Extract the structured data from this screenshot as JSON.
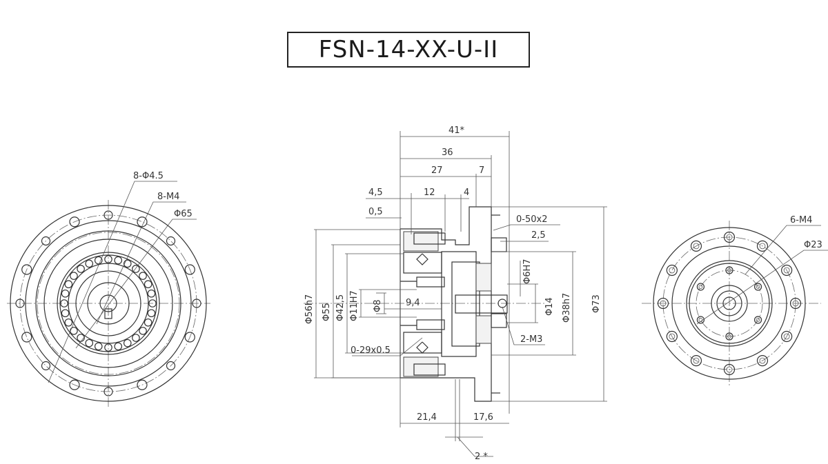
{
  "title": "FSN-14-XX-U-II",
  "labels": {
    "l_holes": "8-Φ4.5",
    "l_m4": "8-M4",
    "l_d65": "Φ65",
    "total": "41*",
    "d36": "36",
    "d27": "27",
    "d7": "7",
    "d45": "4,5",
    "d12": "12",
    "d4": "4",
    "d05": "0,5",
    "oring1": "0-50x2",
    "d25": "2,5",
    "d56": "Φ56h7",
    "d55": "Φ55",
    "d425": "Φ42,5",
    "d11": "Φ11H7",
    "d8": "Φ8",
    "d94": "9,4",
    "d6": "Φ6H7",
    "d14": "Φ14",
    "d38": "Φ38h7",
    "d73": "Φ73",
    "m3": "2-M3",
    "oring2": "0-29x0.5",
    "d214": "21,4",
    "d176": "17,6",
    "d2": "2 *",
    "r_m4": "6-M4",
    "r_d23": "Φ23"
  }
}
